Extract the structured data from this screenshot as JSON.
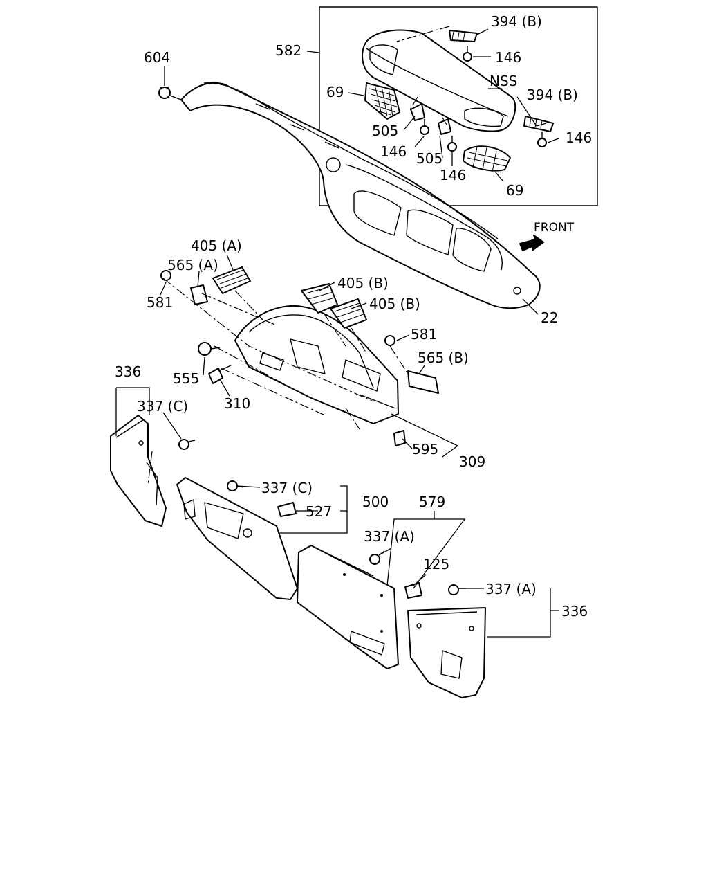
{
  "direction": {
    "label": "FRONT"
  },
  "callouts": {
    "c604": "604",
    "c582": "582",
    "c394b_1": "394 (B)",
    "c146_1": "146",
    "cnss": "NSS",
    "c69_1": "69",
    "c394b_2": "394 (B)",
    "c505_1": "505",
    "c146_2": "146",
    "c146_3": "146",
    "c505_2": "505",
    "c146_4": "146",
    "c69_2": "69",
    "c405a": "405 (A)",
    "c565a": "565 (A)",
    "c581_1": "581",
    "c405b_1": "405 (B)",
    "c405b_2": "405 (B)",
    "c22": "22",
    "c581_2": "581",
    "c565b": "565 (B)",
    "c555": "555",
    "c310": "310",
    "c336_1": "336",
    "c337c_1": "337 (C)",
    "c595": "595",
    "c309": "309",
    "c337c_2": "337 (C)",
    "c500": "500",
    "c527": "527",
    "c579": "579",
    "c337a_1": "337 (A)",
    "c125": "125",
    "c337a_2": "337 (A)",
    "c336_2": "336"
  }
}
